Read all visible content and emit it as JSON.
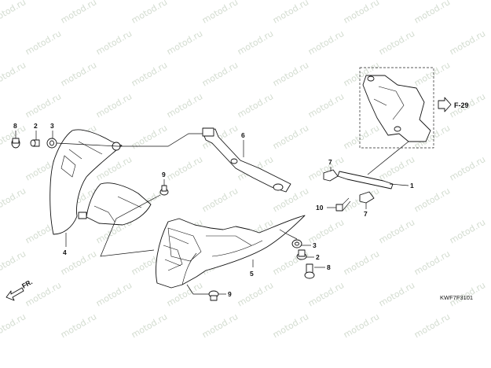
{
  "watermark": "motod.ru",
  "callouts": {
    "p8a": "8",
    "p2a": "2",
    "p3a": "3",
    "p9a": "9",
    "p4": "4",
    "p6": "6",
    "p7a": "7",
    "p1": "1",
    "p10": "10",
    "p7b": "7",
    "p3b": "3",
    "p2b": "2",
    "p8b": "8",
    "p5": "5",
    "p9b": "9"
  },
  "reference": {
    "label": "F-29"
  },
  "direction": {
    "label": "FR."
  },
  "diagram_code": "KWF7F3101"
}
